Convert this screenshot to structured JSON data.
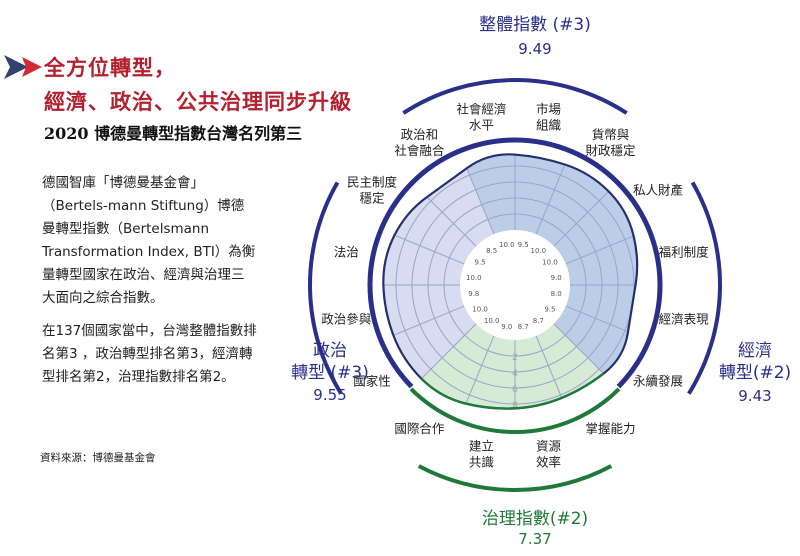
{
  "header": {
    "title_line1": "全方位轉型，",
    "title_line2": "經濟、政治、公共治理同步升級",
    "subtitle": "2020 博德曼轉型指數台灣名列第三"
  },
  "body": {
    "paragraph1": "德國智庫「博德曼基金會」（Bertels-mann Stiftung）博德曼轉型指數（Bertelsmann Transformation Index, BTI）為衡量轉型國家在政治、經濟與治理三大面向之綜合指數。",
    "paragraph2": "在137個國家當中，台灣整體指數排名第3 ，政治轉型排名第3，經濟轉型排名第2，治理指數排名第2。",
    "source": "資料來源：博德曼基金會"
  },
  "colors": {
    "accent_red": "#b3202e",
    "navy": "#2a2f8a",
    "green": "#1f7a3a",
    "politics_fill": "#d8dcf1",
    "economy_fill": "#bccde8",
    "governance_fill": "#d5ebd6"
  },
  "chart_data": {
    "type": "radar",
    "scale": {
      "min": 0,
      "max": 10,
      "ring_ticks": [
        "2",
        "4",
        "6",
        "8"
      ]
    },
    "summary": {
      "overall": {
        "label": "整體指數 (#3)",
        "value": "9.49"
      },
      "politics": {
        "label": "政治\n轉型 (#3)",
        "value": "9.55"
      },
      "economy": {
        "label": "經濟\n轉型(#2)",
        "value": "9.43"
      },
      "governance": {
        "label": "治理指數(#2)",
        "value": "7.37"
      }
    },
    "criteria": [
      {
        "label": "社會經濟\n水平",
        "value": 10.0,
        "value_label": "10.0",
        "group": "economy"
      },
      {
        "label": "市場\n組織",
        "value": 9.5,
        "value_label": "9.5",
        "group": "economy"
      },
      {
        "label": "貨幣與\n財政穩定",
        "value": 10.0,
        "value_label": "10.0",
        "group": "economy"
      },
      {
        "label": "私人財產",
        "value": 10.0,
        "value_label": "10.0",
        "group": "economy"
      },
      {
        "label": "福利制度",
        "value": 9.0,
        "value_label": "9.0",
        "group": "economy"
      },
      {
        "label": "經濟表現",
        "value": 8.0,
        "value_label": "8.0",
        "group": "economy"
      },
      {
        "label": "永續發展",
        "value": 9.5,
        "value_label": "9.5",
        "group": "economy"
      },
      {
        "label": "掌握能力",
        "value": 8.7,
        "value_label": "8.7",
        "group": "governance"
      },
      {
        "label": "資源\n效率",
        "value": 8.7,
        "value_label": "8.7",
        "group": "governance"
      },
      {
        "label": "建立\n共識",
        "value": 9.0,
        "value_label": "9.0",
        "group": "governance"
      },
      {
        "label": "國際合作",
        "value": 10.0,
        "value_label": "10.0",
        "group": "governance"
      },
      {
        "label": "國家性",
        "value": 10.0,
        "value_label": "10.0",
        "group": "politics"
      },
      {
        "label": "政治參與",
        "value": 9.8,
        "value_label": "9.8",
        "group": "politics"
      },
      {
        "label": "法治",
        "value": 10.0,
        "value_label": "10.0",
        "group": "politics"
      },
      {
        "label": "民主制度\n穩定",
        "value": 9.5,
        "value_label": "9.5",
        "group": "politics"
      },
      {
        "label": "政治和\n社會融合",
        "value": 8.5,
        "value_label": "8.5",
        "group": "politics"
      }
    ]
  }
}
